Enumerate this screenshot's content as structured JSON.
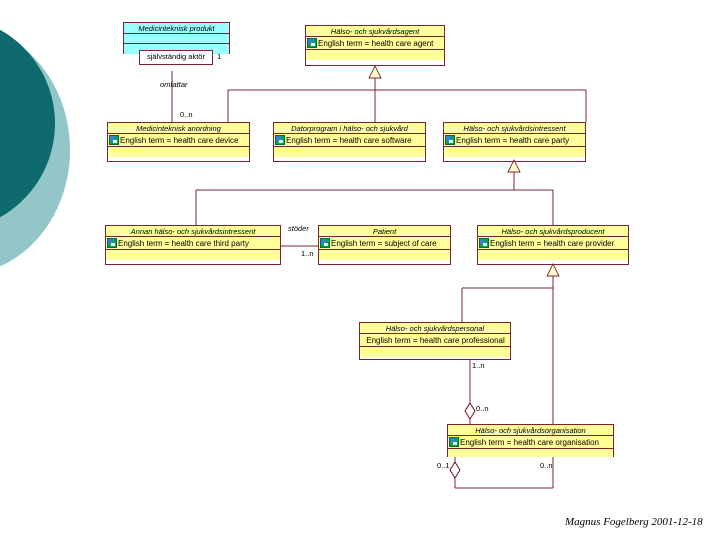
{
  "diagram": {
    "title": "Medicinteknisk produkt / Halso- och sjukvardsagent class diagram",
    "signature": "Magnus Fogelberg 2001-12-18",
    "colors": {
      "class_fill_yellow": "#ffff99",
      "class_fill_cyan": "#99ffff",
      "class_border": "#7b2430",
      "connector": "#7b2430",
      "deco_dark_teal": "#0e6a6c",
      "deco_light_teal": "#93c6c8"
    },
    "classes": [
      {
        "id": "medicinteknisk-produkt",
        "name": "Medicinteknisk produkt",
        "attribute": "",
        "has_icon": false,
        "fill": "cyan"
      },
      {
        "id": "halso-och-sjukvardsagent",
        "name": "Hälso- och sjukvårdsagent",
        "attribute": "English term = health care agent",
        "has_icon": true,
        "fill": "yellow"
      },
      {
        "id": "medicinteknisk-anordning",
        "name": "Medicinteknisk anordning",
        "attribute": "English term = health care device",
        "has_icon": true,
        "fill": "yellow"
      },
      {
        "id": "datorprogram-i-halso-och-sjukvard",
        "name": "Datorprogram i hälso- och sjukvård",
        "attribute": "English term = health care software",
        "has_icon": true,
        "fill": "yellow"
      },
      {
        "id": "halso-och-sjukvardsintressent",
        "name": "Hälso- och sjukvårdsintressent",
        "attribute": "English term = health care party",
        "has_icon": true,
        "fill": "yellow"
      },
      {
        "id": "annan-halso-och-sjukvardsintressent",
        "name": "Annan hälso- och sjukvårdsintressent",
        "attribute": "English term = health care third party",
        "has_icon": true,
        "fill": "yellow"
      },
      {
        "id": "patient",
        "name": "Patient",
        "attribute": "English term = subject of care",
        "has_icon": true,
        "fill": "yellow"
      },
      {
        "id": "halso-och-sjukvardsproducent",
        "name": "Hälso- och sjukvårdsproducent",
        "attribute": "English term = health care provider",
        "has_icon": true,
        "fill": "yellow"
      },
      {
        "id": "halso-och-sjukvardspersonal",
        "name": "Hälso- och sjukvårdspersonal",
        "attribute": "English term = health care professional",
        "has_icon": false,
        "fill": "yellow"
      },
      {
        "id": "halso-och-sjukvardsorganisation",
        "name": "Hälso- och sjukvårdsorganisation",
        "attribute": "English term = health care organisation",
        "has_icon": true,
        "fill": "yellow"
      }
    ],
    "role_box": {
      "label": "självständig aktör"
    },
    "labels": [
      {
        "id": "mult-1-top",
        "text": "1"
      },
      {
        "id": "assoc-omfattar",
        "text": "omfattar"
      },
      {
        "id": "mult-0n-device",
        "text": "0..n"
      },
      {
        "id": "assoc-stoder",
        "text": "stöder"
      },
      {
        "id": "mult-1n-patient",
        "text": "1..n"
      },
      {
        "id": "mult-1n-personal",
        "text": "1..n"
      },
      {
        "id": "mult-0n-org-top",
        "text": "0..n"
      },
      {
        "id": "mult-01-org-left",
        "text": "0..1"
      },
      {
        "id": "mult-0n-org-right",
        "text": "0..n"
      }
    ]
  }
}
